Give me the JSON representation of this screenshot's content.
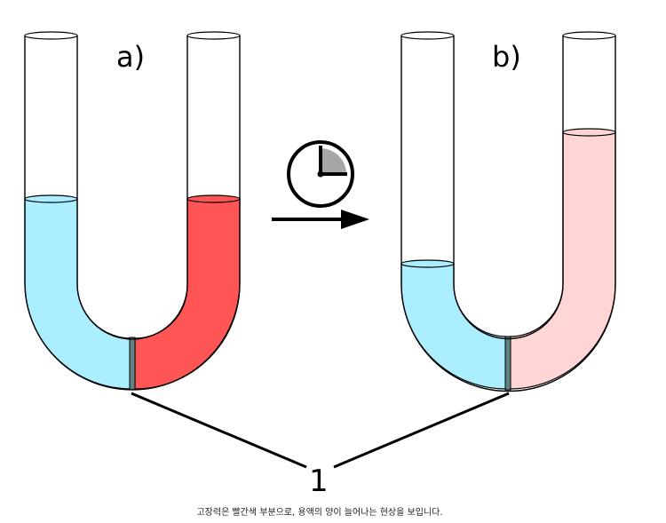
{
  "panels": [
    {
      "label": "a)",
      "left_fill": "#aaeeff",
      "right_fill": "#ff5555"
    },
    {
      "label": "b)",
      "left_fill": "#aaeeff",
      "right_fill": "#ffd5d5"
    }
  ],
  "membrane_color": "#5f8383",
  "pointer_label": "1",
  "icons": [
    "clock-icon",
    "arrow-right-icon"
  ],
  "caption": "고장력은 빨간색 부분으로, 용액의 양이 늘어나는 현상을 보입니다."
}
